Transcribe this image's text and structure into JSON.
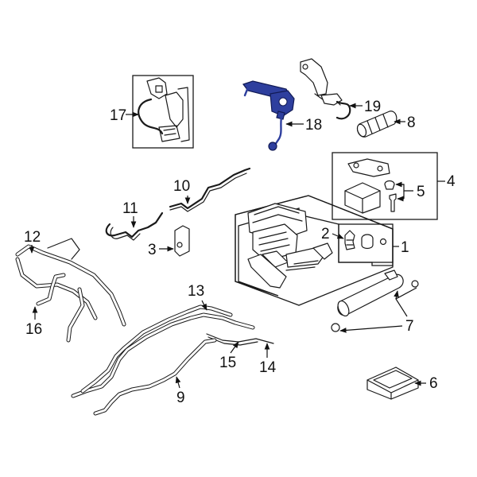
{
  "diagram": {
    "highlight_color": "#2e3f9e",
    "line_color": "#1a1a1a",
    "callouts": {
      "c1": "1",
      "c2": "2",
      "c3": "3",
      "c4": "4",
      "c5": "5",
      "c6": "6",
      "c7": "7",
      "c8": "8",
      "c9": "9",
      "c10": "10",
      "c11": "11",
      "c12": "12",
      "c13": "13",
      "c14": "14",
      "c15": "15",
      "c16": "16",
      "c17": "17",
      "c18": "18",
      "c19": "19"
    }
  }
}
